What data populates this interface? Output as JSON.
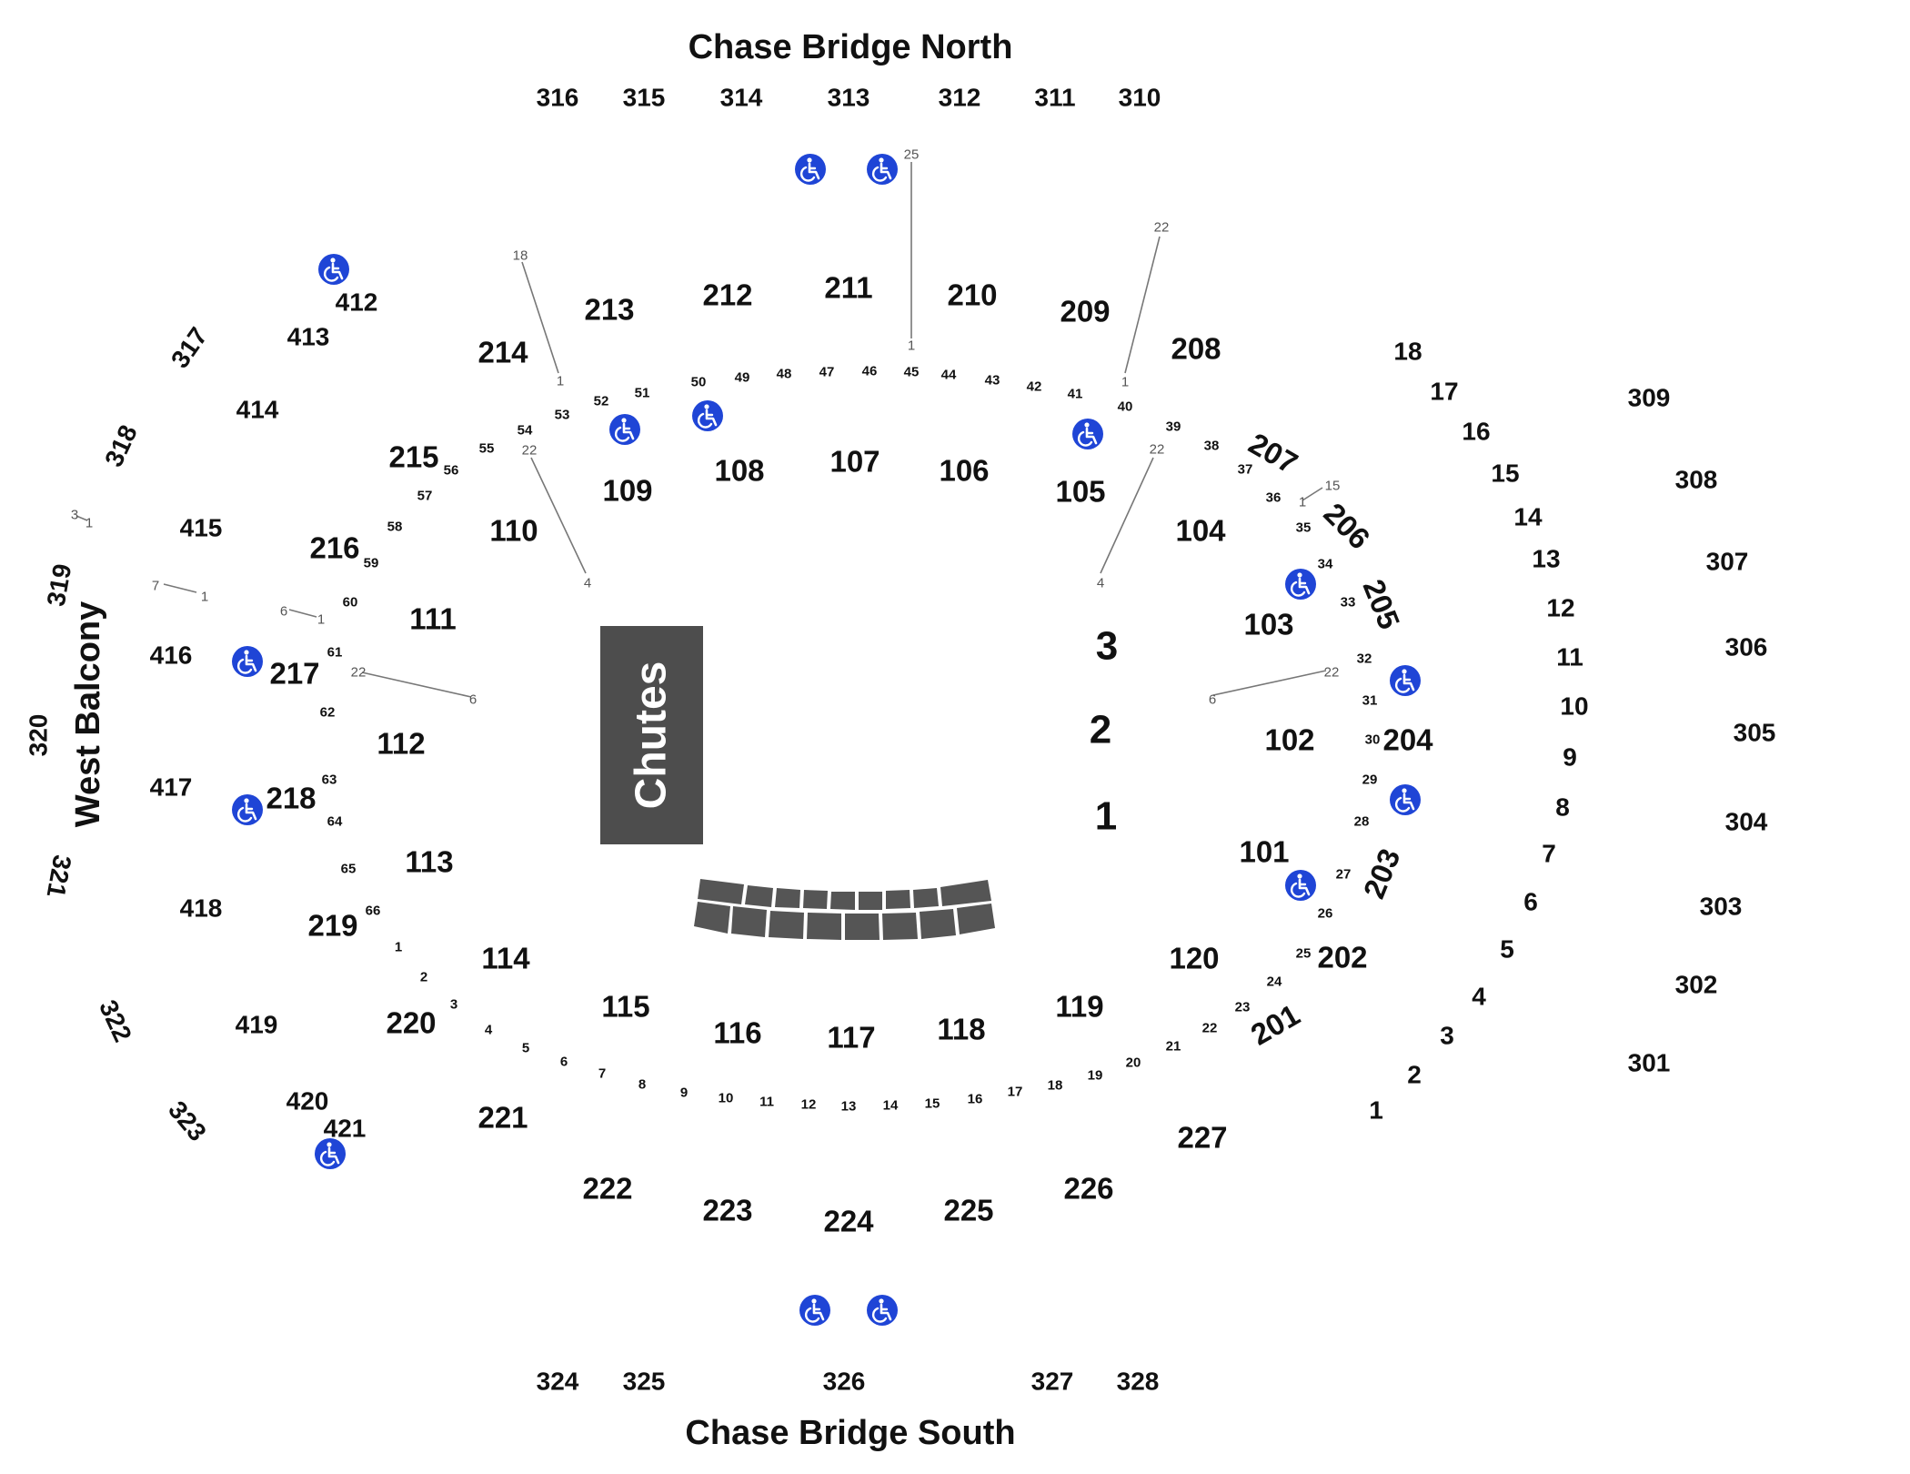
{
  "headers": {
    "north": "Chase Bridge North",
    "south": "Chase Bridge South",
    "west": "West Balcony"
  },
  "chutes_label": "Chutes",
  "stage_numbers": [
    "3",
    "2",
    "1"
  ],
  "sections": {
    "s100": [
      "101",
      "102",
      "103",
      "104",
      "105",
      "106",
      "107",
      "108",
      "109",
      "110",
      "111",
      "112",
      "113",
      "114",
      "115",
      "116",
      "117",
      "118",
      "119",
      "120"
    ],
    "s200": [
      "201",
      "202",
      "203",
      "204",
      "205",
      "206",
      "207",
      "208",
      "209",
      "210",
      "211",
      "212",
      "213",
      "214",
      "215",
      "216",
      "217",
      "218",
      "219",
      "220",
      "221",
      "222",
      "223",
      "224",
      "225",
      "226",
      "227"
    ],
    "s300_top": [
      "316",
      "315",
      "314",
      "313",
      "312",
      "311",
      "310"
    ],
    "s300_bottom": [
      "324",
      "325",
      "326",
      "327",
      "328"
    ],
    "s300_east": [
      "309",
      "308",
      "307",
      "306",
      "305",
      "304",
      "303",
      "302",
      "301"
    ],
    "s300_west": [
      "317",
      "318",
      "319",
      "320",
      "321",
      "322",
      "323"
    ],
    "s400": [
      "412",
      "413",
      "414",
      "415",
      "416",
      "417",
      "418",
      "419",
      "420",
      "421"
    ],
    "floor_rows": [
      "18",
      "17",
      "16",
      "15",
      "14",
      "13",
      "12",
      "11",
      "10",
      "9",
      "8",
      "7",
      "6",
      "5",
      "4",
      "3",
      "2",
      "1"
    ]
  },
  "row_numbers": {
    "inner_ring": [
      "1",
      "2",
      "3",
      "4",
      "5",
      "6",
      "7",
      "8",
      "9",
      "10",
      "11",
      "12",
      "13",
      "14",
      "15",
      "16",
      "17",
      "18",
      "19",
      "20",
      "21",
      "22",
      "23",
      "24",
      "25",
      "26",
      "27",
      "28",
      "29",
      "30",
      "31",
      "32",
      "33",
      "34",
      "35",
      "36",
      "37",
      "38",
      "39",
      "40",
      "41",
      "42",
      "43",
      "44",
      "45",
      "46",
      "47",
      "48",
      "49",
      "50",
      "51",
      "52",
      "53",
      "54",
      "55",
      "56",
      "57",
      "58",
      "59",
      "60",
      "61",
      "62",
      "63",
      "64",
      "65",
      "66"
    ],
    "leader_labels": [
      "25",
      "1",
      "22",
      "1",
      "22",
      "4",
      "18",
      "1",
      "22",
      "4",
      "15",
      "1",
      "22",
      "6",
      "6",
      "1",
      "22",
      "6",
      "7",
      "1",
      "3",
      "1"
    ]
  },
  "colors": {
    "chutes": "#4d4d4d",
    "stage_block": "#555555",
    "wheelchair": "#1f45d6",
    "text": "#111111"
  },
  "icons": [
    "wheelchair-icon"
  ]
}
